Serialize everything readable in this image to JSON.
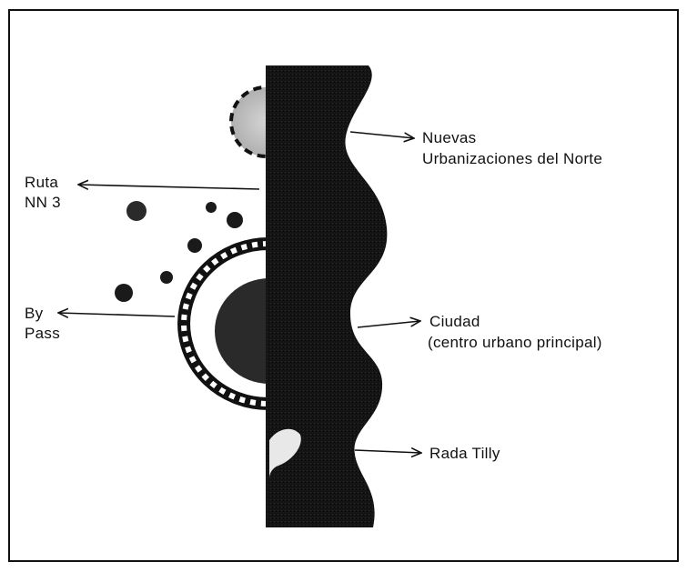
{
  "labels": {
    "nuevas_line1": "Nuevas",
    "nuevas_line2": "Urbanizaciones del Norte",
    "ruta_line1": "Ruta",
    "ruta_line2": "NN 3",
    "bypass_line1": "By",
    "bypass_line2": "Pass",
    "ciudad_line1": "Ciudad",
    "ciudad_line2": "(centro urbano principal)",
    "rada": "Rada Tilly"
  },
  "colors": {
    "coast": "#141414",
    "text": "#111111",
    "north_zone": "#bdbdbd",
    "city": "#2a2a2a"
  }
}
